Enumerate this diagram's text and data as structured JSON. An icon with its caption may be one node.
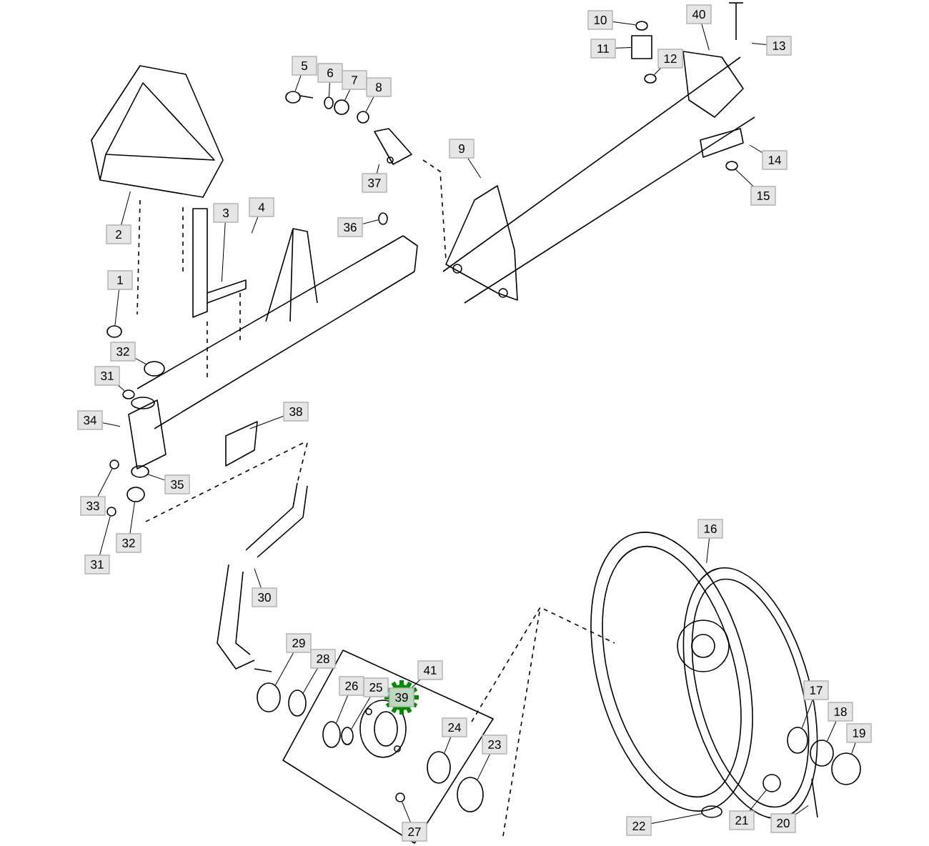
{
  "diagram": {
    "nodes": [
      {
        "text": [
          "10"
        ]
      },
      {
        "text": [
          "40"
        ]
      },
      {
        "text": [
          "11"
        ]
      },
      {
        "text": [
          "12"
        ]
      },
      {
        "text": [
          "13"
        ]
      },
      {
        "text": [
          "5"
        ]
      },
      {
        "text": [
          "6"
        ]
      },
      {
        "text": [
          "7"
        ]
      },
      {
        "text": [
          "8"
        ]
      },
      {
        "text": [
          "9"
        ]
      },
      {
        "text": [
          "14"
        ]
      },
      {
        "text": [
          "37"
        ]
      },
      {
        "text": [
          "15"
        ]
      },
      {
        "text": [
          "4"
        ]
      },
      {
        "text": [
          "3"
        ]
      },
      {
        "text": [
          "36"
        ]
      },
      {
        "text": [
          "2"
        ]
      },
      {
        "text": [
          "1"
        ]
      },
      {
        "text": [
          "32"
        ]
      },
      {
        "text": [
          "31"
        ]
      },
      {
        "text": [
          "38"
        ]
      },
      {
        "text": [
          "34"
        ]
      },
      {
        "text": [
          "35"
        ]
      },
      {
        "text": [
          "33"
        ]
      },
      {
        "text": [
          "32"
        ]
      },
      {
        "text": [
          "31"
        ]
      },
      {
        "text": [
          "16"
        ]
      },
      {
        "text": [
          "30"
        ]
      },
      {
        "text": [
          "29"
        ]
      },
      {
        "text": [
          "28"
        ]
      },
      {
        "text": [
          "41"
        ]
      },
      {
        "text": [
          "26"
        ]
      },
      {
        "text": [
          "25"
        ]
      },
      {
        "text": [
          "39"
        ]
      },
      {
        "text": [
          "24"
        ]
      },
      {
        "text": [
          "23"
        ]
      },
      {
        "text": [
          "17"
        ]
      },
      {
        "text": [
          "18"
        ]
      },
      {
        "text": [
          "19"
        ]
      },
      {
        "text": [
          "27"
        ]
      },
      {
        "text": [
          "20"
        ]
      },
      {
        "text": [
          "21"
        ]
      },
      {
        "text": [
          "22"
        ]
      },
      {
        "text": [],
        "shape": "circle"
      },
      {
        "text": [],
        "shape": "circle"
      },
      {
        "text": [],
        "shape": "circle"
      },
      {
        "text": [],
        "shape": "circle"
      },
      {
        "text": [],
        "shape": "circle"
      },
      {
        "text": [],
        "shape": "circle"
      },
      {
        "text": [],
        "shape": "circle"
      },
      {
        "text": [],
        "shape": "circle"
      },
      {
        "text": [],
        "shape": "circle"
      },
      {
        "text": [],
        "shape": "circle"
      },
      {
        "text": [],
        "shape": "circle"
      },
      {
        "text": [],
        "shape": "circle"
      },
      {
        "text": [],
        "shape": "circle"
      },
      {
        "text": [],
        "shape": "circle"
      },
      {
        "text": [],
        "shape": "circle"
      },
      {
        "text": [],
        "shape": "circle"
      },
      {
        "text": [],
        "shape": "circle"
      },
      {
        "text": [],
        "shape": "circle"
      },
      {
        "text": [],
        "shape": "circle"
      },
      {
        "text": [],
        "shape": "circle"
      },
      {
        "text": [],
        "shape": "circle"
      },
      {
        "text": [],
        "shape": "circle"
      },
      {
        "text": [],
        "shape": "circle"
      },
      {
        "text": [],
        "shape": "circle"
      },
      {
        "text": [],
        "shape": "circle"
      },
      {
        "text": [],
        "shape": "circle"
      },
      {
        "text": [],
        "shape": "circle"
      },
      {
        "text": [],
        "shape": "box"
      }
    ],
    "edges": [
      {
        "from": 0,
        "to": 43,
        "arrow": "none"
      },
      {
        "from": 1,
        "to": null,
        "arrow": "none"
      },
      {
        "from": 2,
        "to": 70,
        "arrow": "none"
      },
      {
        "from": 3,
        "to": 44,
        "arrow": "none"
      },
      {
        "from": 4,
        "to": null,
        "arrow": "none"
      },
      {
        "from": 5,
        "to": 45,
        "arrow": "none"
      },
      {
        "from": 6,
        "to": 46,
        "arrow": "none"
      },
      {
        "from": 7,
        "to": 47,
        "arrow": "none"
      },
      {
        "from": 8,
        "to": 48,
        "arrow": "none"
      },
      {
        "from": 9,
        "to": null,
        "arrow": "none"
      },
      {
        "from": 10,
        "to": null,
        "arrow": "none"
      },
      {
        "from": 11,
        "to": null,
        "arrow": "none"
      },
      {
        "from": 12,
        "to": 49,
        "arrow": "none"
      },
      {
        "from": 13,
        "to": null,
        "arrow": "none"
      },
      {
        "from": 14,
        "to": null,
        "arrow": "none"
      },
      {
        "from": 15,
        "to": 50,
        "arrow": "none"
      },
      {
        "from": 16,
        "to": null,
        "arrow": "none"
      },
      {
        "from": 17,
        "to": 51,
        "arrow": "none"
      },
      {
        "from": 18,
        "to": 52,
        "arrow": "none"
      },
      {
        "from": 19,
        "to": 53,
        "arrow": "none"
      },
      {
        "from": 20,
        "to": null,
        "arrow": "none"
      },
      {
        "from": 21,
        "to": null,
        "arrow": "none"
      },
      {
        "from": 22,
        "to": 55,
        "arrow": "none"
      },
      {
        "from": 23,
        "to": 54,
        "arrow": "none"
      },
      {
        "from": 24,
        "to": 56,
        "arrow": "none"
      },
      {
        "from": 25,
        "to": 57,
        "arrow": "none"
      },
      {
        "from": 26,
        "to": null,
        "arrow": "none"
      },
      {
        "from": 27,
        "to": null,
        "arrow": "none"
      },
      {
        "from": 28,
        "to": 58,
        "arrow": "none"
      },
      {
        "from": 29,
        "to": 59,
        "arrow": "none"
      },
      {
        "from": 30,
        "to": 33,
        "arrow": "none"
      },
      {
        "from": 31,
        "to": 60,
        "arrow": "none"
      },
      {
        "from": 32,
        "to": 61,
        "arrow": "none"
      },
      {
        "from": 34,
        "to": 64,
        "arrow": "none"
      },
      {
        "from": 35,
        "to": 67,
        "arrow": "none"
      },
      {
        "from": 36,
        "to": 62,
        "arrow": "none"
      },
      {
        "from": 37,
        "to": 63,
        "arrow": "none"
      },
      {
        "from": 38,
        "to": 65,
        "arrow": "none"
      },
      {
        "from": 39,
        "to": 68,
        "arrow": "none"
      },
      {
        "from": 40,
        "to": null,
        "arrow": "none"
      },
      {
        "from": 41,
        "to": 66,
        "arrow": "none"
      },
      {
        "from": 42,
        "to": 69,
        "arrow": "none"
      }
    ]
  }
}
